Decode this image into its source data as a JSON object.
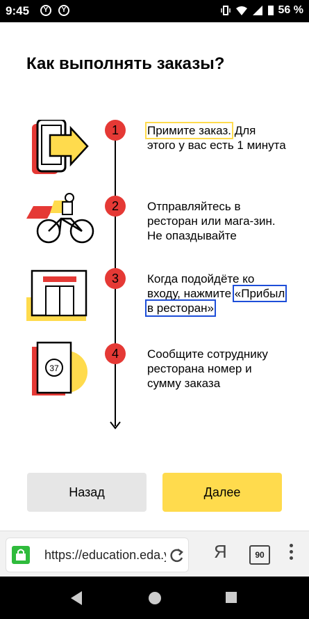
{
  "status_bar": {
    "time": "9:45",
    "app_icon_1": "Y",
    "app_icon_2": "Y",
    "battery": "56 %"
  },
  "page": {
    "title": "Как выполнять заказы?"
  },
  "steps": [
    {
      "number": "1",
      "text_highlight": "Примите заказ.",
      "text_rest": " Для этого у вас есть 1 минута",
      "icon": "phone-arrow-icon"
    },
    {
      "number": "2",
      "text": "Отправляйтесь в ресторан или мага-зин. Не опаздывайте",
      "icon": "courier-bike-icon"
    },
    {
      "number": "3",
      "text_before": "Когда подойдёте ко входу, нажмите ",
      "text_box": "«Прибыл в ресторан»",
      "icon": "restaurant-door-icon"
    },
    {
      "number": "4",
      "text": "Сообщите сотруднику ресторана номер и сумму заказа",
      "icon": "order-card-icon",
      "badge": "37"
    }
  ],
  "buttons": {
    "back": "Назад",
    "next": "Далее"
  },
  "browser": {
    "url": "https://education.eda.yandex",
    "ya_label": "Я",
    "tabs_count": "90"
  },
  "colors": {
    "accent_yellow": "#ffdb4d",
    "step_red": "#e53935"
  }
}
